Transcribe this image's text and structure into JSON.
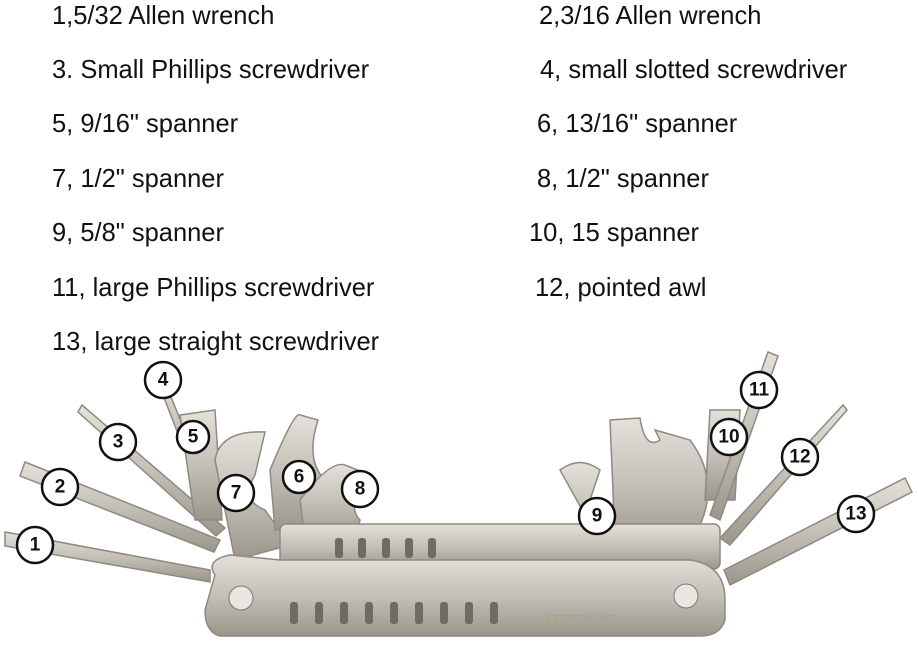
{
  "labels": [
    "1,5/32 Allen wrench",
    "2,3/16 Allen wrench",
    "3. Small Phillips screwdriver",
    "4, small slotted screwdriver",
    "5, 9/16\" spanner",
    "6, 13/16\" spanner",
    "7, 1/2\" spanner",
    "8, 1/2\" spanner",
    "9, 5/8\" spanner",
    "10, 15 spanner",
    "11, large Phillips screwdriver",
    "12, pointed awl",
    "13, large straight screwdriver"
  ],
  "callouts": [
    "1",
    "2",
    "3",
    "4",
    "5",
    "6",
    "7",
    "8",
    "9",
    "10",
    "11",
    "12",
    "13"
  ],
  "brand_logo": "KEEP DIVING",
  "colors": {
    "metal": "#c9c5bd",
    "metal_dark": "#8f8a80",
    "text": "#111111"
  }
}
